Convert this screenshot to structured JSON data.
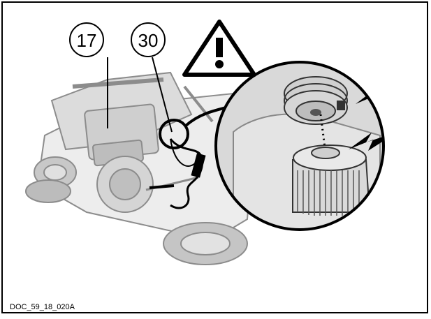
{
  "callouts": [
    {
      "label": "17"
    },
    {
      "label": "30"
    }
  ],
  "warning_icon": "warning-triangle-icon",
  "doc_code": "DOC_59_18_020A",
  "colors": {
    "line": "#000000",
    "shade": "#d9d9d9",
    "shade_dark": "#a6a6a6"
  }
}
